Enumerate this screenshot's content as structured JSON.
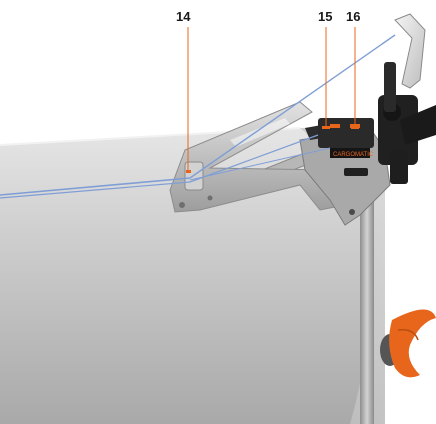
{
  "callouts": {
    "c14": "14",
    "c15": "15",
    "c16": "16"
  },
  "badge_text": "CARGOMATIC",
  "colors": {
    "roll": "#c9c9c9",
    "bracket": "#bfbfbf",
    "dark_part": "#2a2a2a",
    "orange_accent": "#e8661c",
    "cable": "#7f9ed6",
    "leader_line": "#e8661c"
  },
  "icons": {
    "wing_nut": "wing-nut-icon",
    "tension_handle": "tension-handle-icon"
  }
}
